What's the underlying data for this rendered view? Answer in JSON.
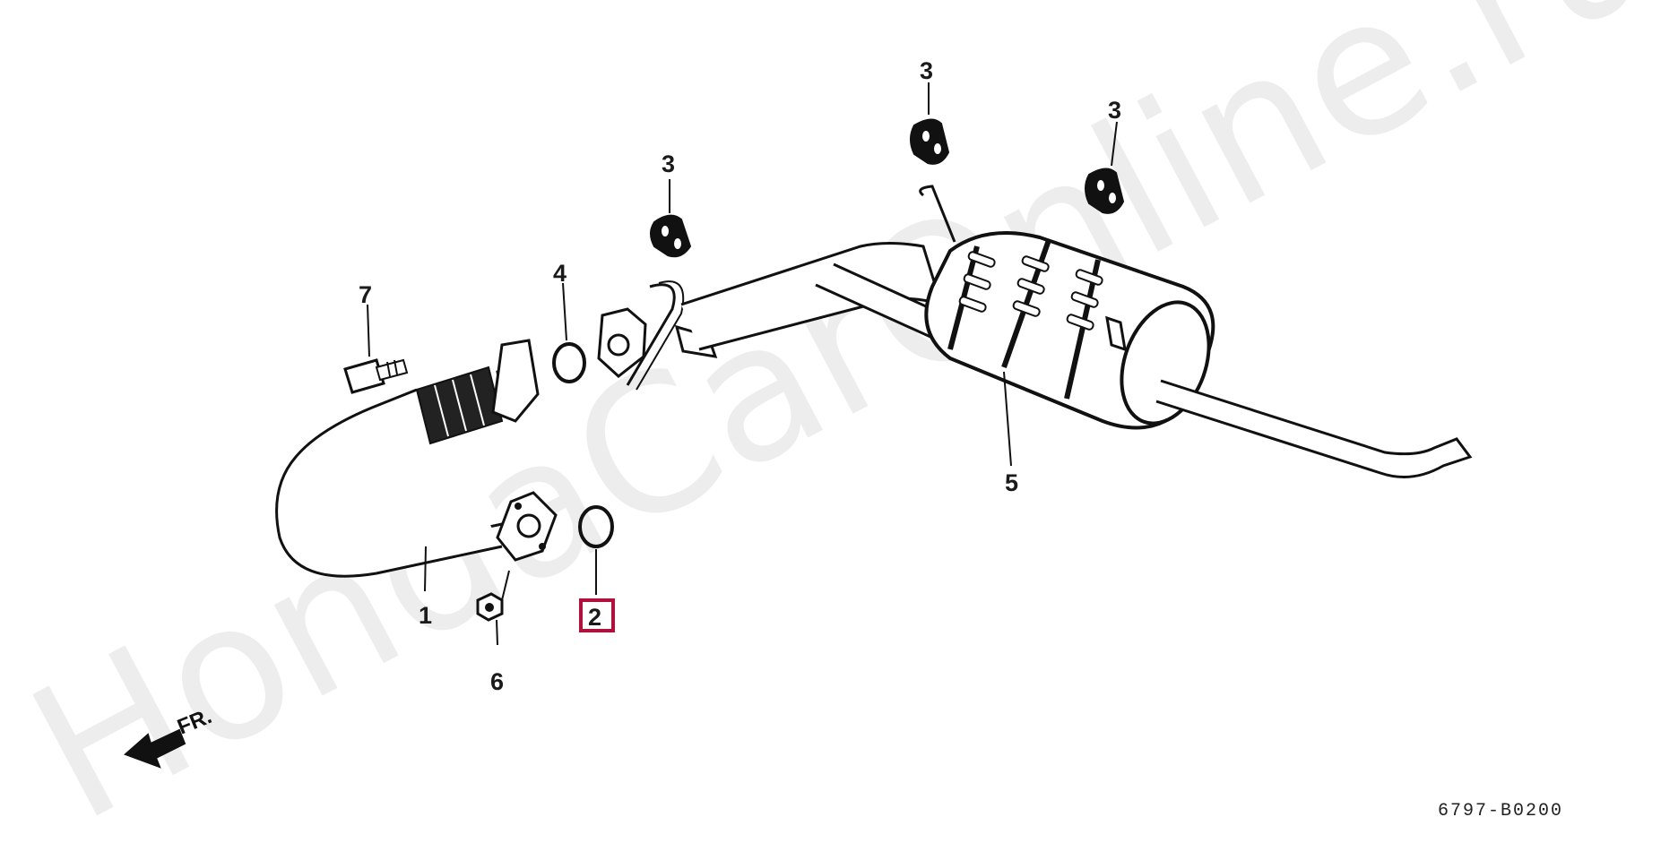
{
  "watermark": "HondaCarOnline.ru",
  "direction_label": "FR.",
  "diagram_code": "6797-B0200",
  "highlight_color": "#b0103a",
  "callouts": {
    "part_1": "1",
    "part_2": "2",
    "part_3a": "3",
    "part_3b": "3",
    "part_3c": "3",
    "part_4": "4",
    "part_5": "5",
    "part_6": "6",
    "part_7": "7"
  },
  "highlighted_part": "2"
}
